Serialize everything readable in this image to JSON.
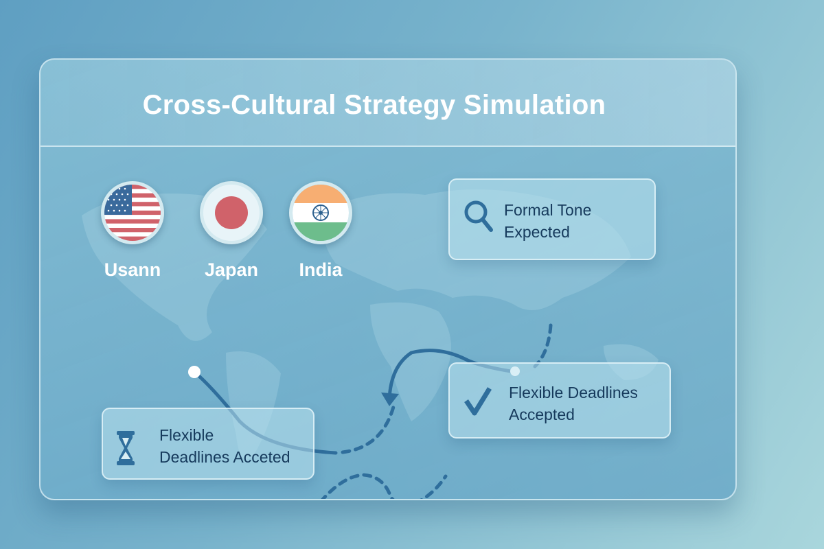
{
  "title": "Cross-Cultural Strategy Simulation",
  "countries": [
    {
      "label": "Usann",
      "flag": "usa-flag-icon"
    },
    {
      "label": "Japan",
      "flag": "japan-flag-icon"
    },
    {
      "label": "India",
      "flag": "india-flag-icon"
    }
  ],
  "cards": [
    {
      "line1": "Formal Tone",
      "line2": "Expected",
      "icon": "search-icon"
    },
    {
      "line1": "Flexible Deadlines",
      "line2": "Accepted",
      "icon": "checkmark-icon"
    },
    {
      "line1": "Flexible",
      "line2": "Deadlines Acceted",
      "icon": "hourglass-icon"
    }
  ],
  "colors": {
    "accent": "#2f6e9c",
    "text": "#163a5c",
    "usa_red": "#d0626a",
    "india_saffron": "#f7ae72",
    "india_green": "#6dbd8c"
  }
}
